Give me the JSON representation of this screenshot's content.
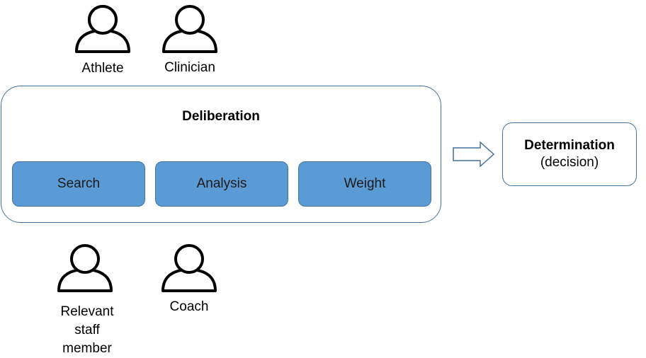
{
  "people": [
    {
      "label": "Athlete",
      "icon": "person-icon"
    },
    {
      "label": "Clinician",
      "icon": "person-icon"
    },
    {
      "label": "Relevant staff member",
      "icon": "person-icon"
    },
    {
      "label": "Coach",
      "icon": "person-icon"
    }
  ],
  "deliberation": {
    "title": "Deliberation",
    "steps": [
      "Search",
      "Analysis",
      "Weight"
    ]
  },
  "arrow_icon": "right-arrow-icon",
  "determination": {
    "title": "Determination",
    "subtitle": "(decision)"
  },
  "colors": {
    "step_fill": "#5b9bd5",
    "border": "#41719c"
  }
}
